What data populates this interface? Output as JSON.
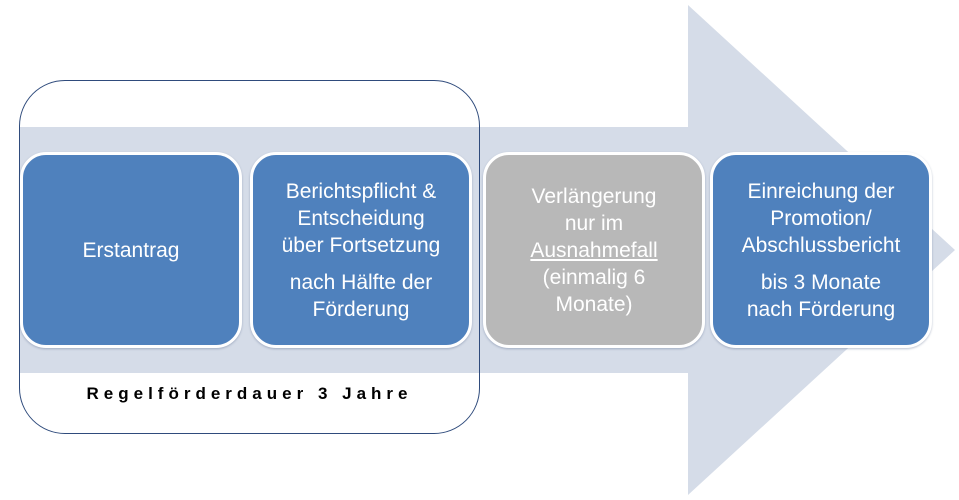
{
  "colors": {
    "arrow": "#d5dce8",
    "step_blue": "#4f81bd",
    "step_grey": "#b8b8b8",
    "frame_border": "#2f4b7c"
  },
  "steps": [
    {
      "lines": [
        "Erstantrag"
      ]
    },
    {
      "lines": [
        "Berichtspflicht &",
        "Entscheidung",
        "über Fortsetzung"
      ],
      "sub_lines": [
        "nach Hälfte der",
        "Förderung"
      ]
    },
    {
      "lines": [
        "Verlängerung",
        "nur im",
        "Ausnahmefall",
        "(einmalig 6",
        "Monate)"
      ]
    },
    {
      "lines": [
        "Einreichung der",
        "Promotion/",
        "Abschlussbericht"
      ],
      "sub_lines": [
        "bis 3 Monate",
        "nach Förderung"
      ]
    }
  ],
  "duration_label": "Regelförderdauer 3 Jahre"
}
